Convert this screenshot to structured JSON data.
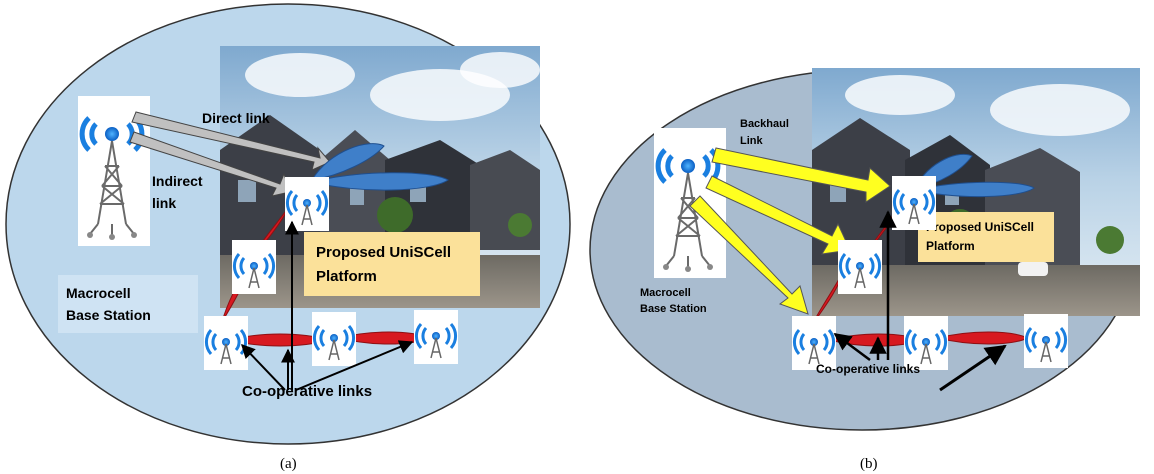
{
  "panel_a": {
    "caption": "(a)",
    "direct_link": "Direct link",
    "indirect_link_line1": "Indirect",
    "indirect_link_line2": "link",
    "platform_line1": "Proposed  UniSCell",
    "platform_line2": "Platform",
    "macrocell_line1": "Macrocell",
    "macrocell_line2": "Base Station",
    "coop_links": "Co-operative links"
  },
  "panel_b": {
    "caption": "(b)",
    "backhaul_line1": "Backhaul",
    "backhaul_line2": "Link",
    "platform_line1": "Proposed UniSCell",
    "platform_line2": "Platform",
    "macrocell_line1": "Macrocell",
    "macrocell_line2": "Base Station",
    "coop_links": "Co-operative links"
  },
  "colors": {
    "panel_a_ellipse": "#bcd7ec",
    "panel_b_ellipse": "#a9bccf",
    "platform_box": "#fbe19a",
    "macrocell_box_a": "#cfe3f3",
    "beam_blue": "#3f7fc9",
    "beam_red": "#d71920",
    "backhaul_arrow": "#ffff20",
    "link_arrow_grey": "#c0c0c0"
  }
}
